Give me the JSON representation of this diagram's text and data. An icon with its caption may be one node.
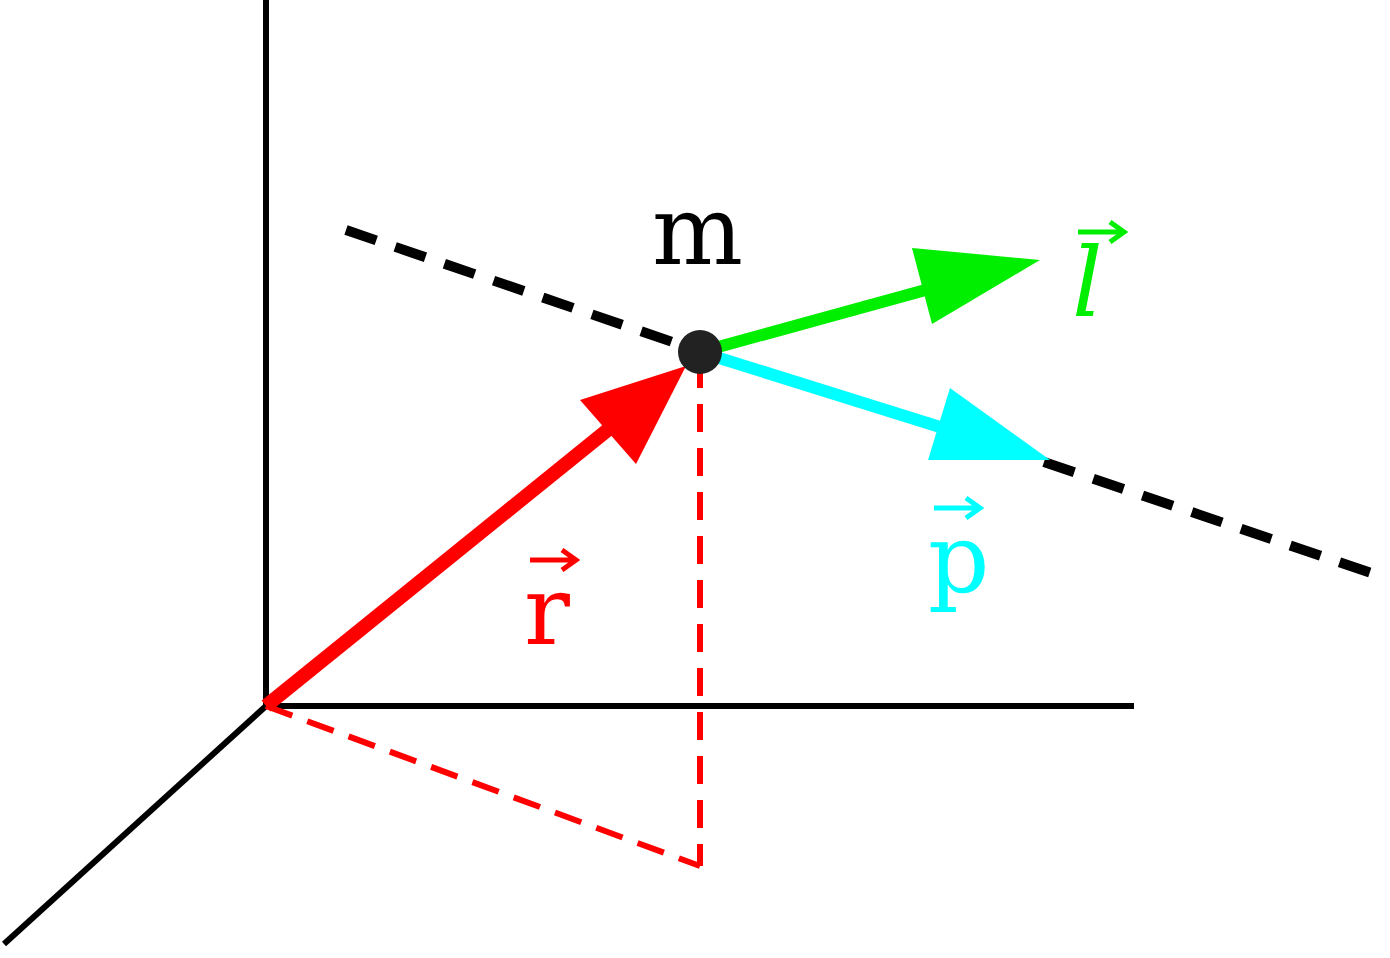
{
  "diagram": {
    "labels": [
      "m",
      "l",
      "p",
      "r"
    ]
  }
}
